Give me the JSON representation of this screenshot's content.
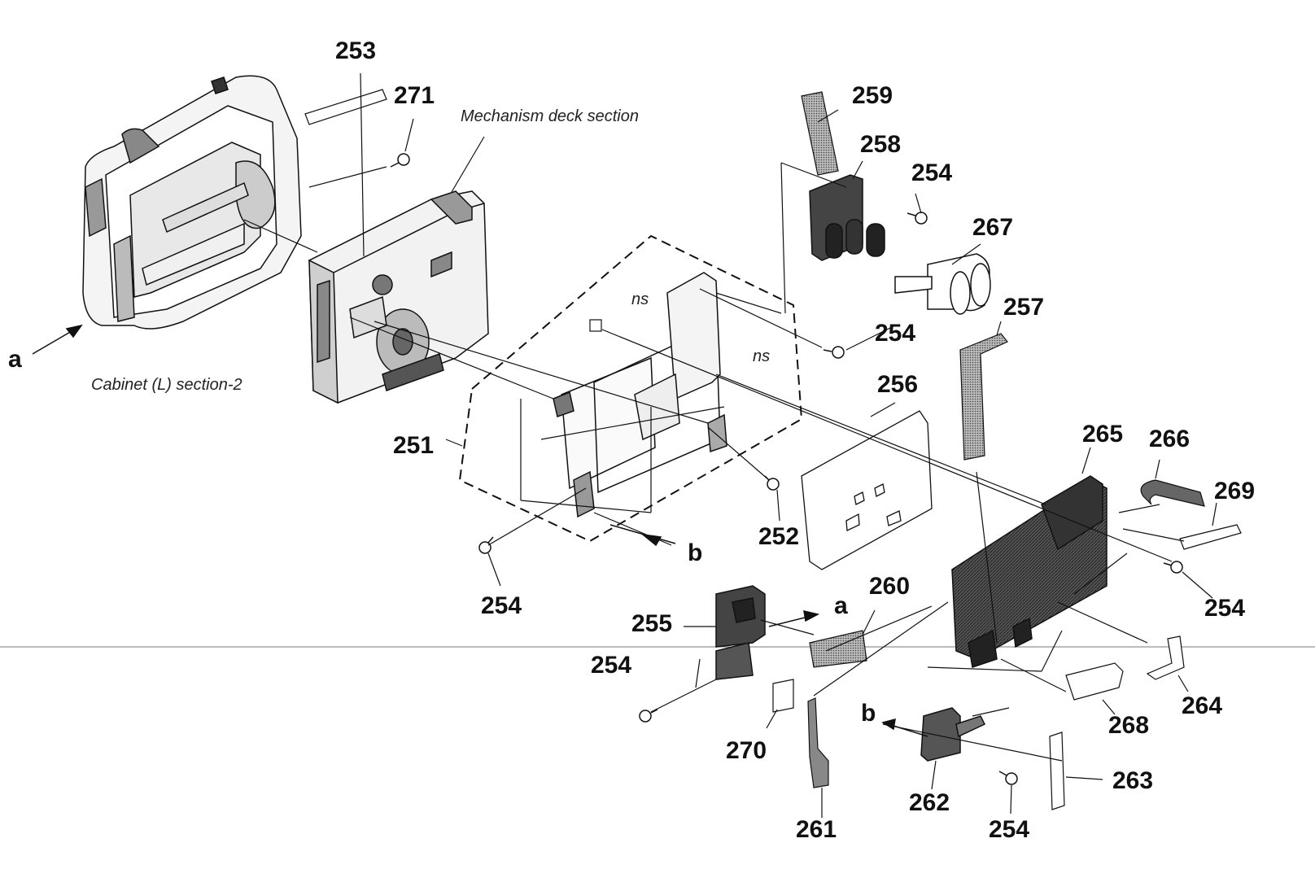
{
  "captions": {
    "mechanism_deck": "Mechanism deck section",
    "cabinet_l": "Cabinet (L) section-2",
    "ns_1": "ns",
    "ns_2": "ns"
  },
  "ref_letters": {
    "a_left": "a",
    "a_mid": "a",
    "b_mid": "b",
    "b_low": "b"
  },
  "part_labels": {
    "p253": "253",
    "p271": "271",
    "p259": "259",
    "p258": "258",
    "p254_top": "254",
    "p267": "267",
    "p257": "257",
    "p254_mid": "254",
    "p256": "256",
    "p251": "251",
    "p265": "265",
    "p266": "266",
    "p269": "269",
    "p252": "252",
    "p254_left": "254",
    "p254_right": "254",
    "p260": "260",
    "p255": "255",
    "p254_low": "254",
    "p270": "270",
    "p264": "264",
    "p268": "268",
    "p263": "263",
    "p262": "262",
    "p261": "261",
    "p254_bottom": "254"
  }
}
